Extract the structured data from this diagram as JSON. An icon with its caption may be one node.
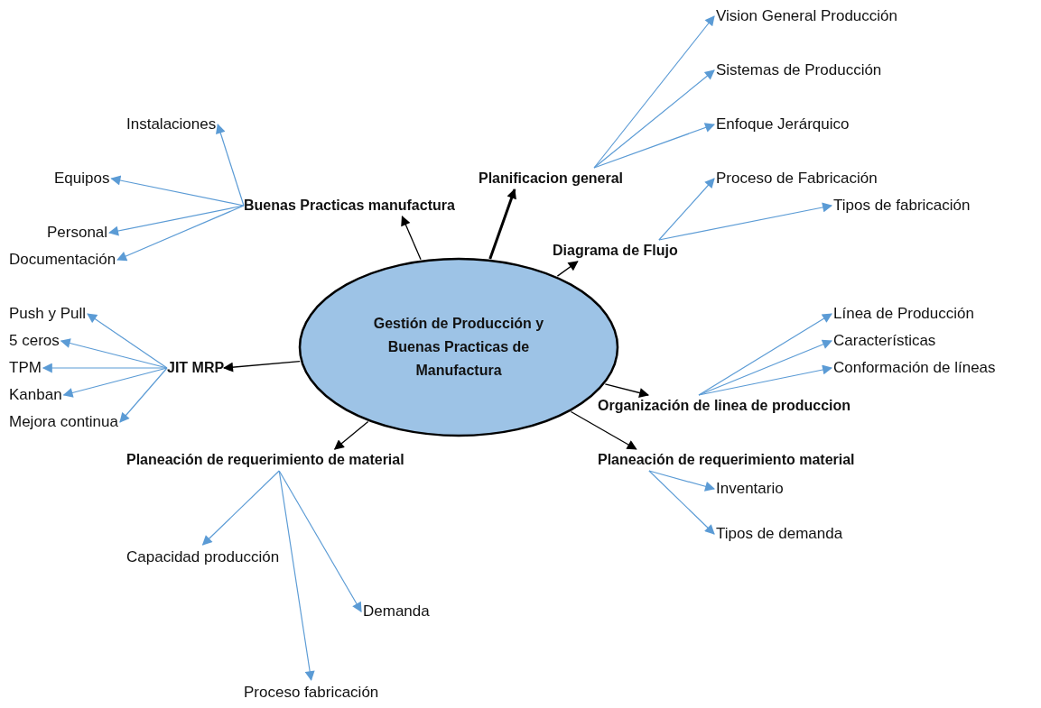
{
  "diagram": {
    "nodes": [
      {
        "text": [
          "Gestión de Producción y Buenas Practicas de Manufactura"
        ]
      },
      {
        "text": [
          "Planificacion general"
        ]
      },
      {
        "text": [
          "Vision General Producción"
        ]
      },
      {
        "text": [
          "Sistemas de Producción"
        ]
      },
      {
        "text": [
          "Enfoque Jerárquico"
        ]
      },
      {
        "text": [
          "Buenas Practicas manufactura"
        ]
      },
      {
        "text": [
          "Instalaciones"
        ]
      },
      {
        "text": [
          "Equipos"
        ]
      },
      {
        "text": [
          "Personal"
        ]
      },
      {
        "text": [
          "Documentación"
        ]
      },
      {
        "text": [
          "Diagrama de Flujo"
        ]
      },
      {
        "text": [
          "Proceso de Fabricación"
        ]
      },
      {
        "text": [
          "Tipos de fabricación"
        ]
      },
      {
        "text": [
          "JIT MRP"
        ]
      },
      {
        "text": [
          "Push y Pull"
        ]
      },
      {
        "text": [
          "5 ceros"
        ]
      },
      {
        "text": [
          "TPM"
        ]
      },
      {
        "text": [
          "Kanban"
        ]
      },
      {
        "text": [
          "Mejora continua"
        ]
      },
      {
        "text": [
          "Organización de linea de produccion"
        ]
      },
      {
        "text": [
          "Línea de Producción"
        ]
      },
      {
        "text": [
          "Características"
        ]
      },
      {
        "text": [
          "Conformación de líneas"
        ]
      },
      {
        "text": [
          "Planeación de requerimiento material"
        ]
      },
      {
        "text": [
          "Inventario"
        ]
      },
      {
        "text": [
          "Tipos de demanda"
        ]
      },
      {
        "text": [
          "Planeación de requerimiento de material"
        ]
      },
      {
        "text": [
          "Capacidad producción"
        ]
      },
      {
        "text": [
          "Demanda"
        ]
      },
      {
        "text": [
          "Proceso fabricación"
        ]
      }
    ],
    "edges": [
      {
        "from": 0,
        "to": 1,
        "arrow": "to",
        "style": "thick",
        "color": "#000000"
      },
      {
        "from": 1,
        "to": 2,
        "arrow": "to"
      },
      {
        "from": 1,
        "to": 3,
        "arrow": "to"
      },
      {
        "from": 1,
        "to": 4,
        "arrow": "to"
      },
      {
        "from": 0,
        "to": 5,
        "arrow": "to",
        "color": "#000000"
      },
      {
        "from": 5,
        "to": 6,
        "arrow": "to"
      },
      {
        "from": 5,
        "to": 7,
        "arrow": "to"
      },
      {
        "from": 5,
        "to": 8,
        "arrow": "to"
      },
      {
        "from": 5,
        "to": 9,
        "arrow": "to"
      },
      {
        "from": 0,
        "to": 10,
        "arrow": "to",
        "color": "#000000"
      },
      {
        "from": 10,
        "to": 11,
        "arrow": "to"
      },
      {
        "from": 10,
        "to": 12,
        "arrow": "to"
      },
      {
        "from": 0,
        "to": 13,
        "arrow": "to",
        "color": "#000000"
      },
      {
        "from": 13,
        "to": 14,
        "arrow": "to"
      },
      {
        "from": 13,
        "to": 15,
        "arrow": "to"
      },
      {
        "from": 13,
        "to": 16,
        "arrow": "to"
      },
      {
        "from": 13,
        "to": 17,
        "arrow": "to"
      },
      {
        "from": 13,
        "to": 18,
        "arrow": "to"
      },
      {
        "from": 0,
        "to": 19,
        "arrow": "to",
        "color": "#000000"
      },
      {
        "from": 19,
        "to": 20,
        "arrow": "to"
      },
      {
        "from": 19,
        "to": 21,
        "arrow": "to"
      },
      {
        "from": 19,
        "to": 22,
        "arrow": "to"
      },
      {
        "from": 0,
        "to": 23,
        "arrow": "to",
        "color": "#000000"
      },
      {
        "from": 23,
        "to": 24,
        "arrow": "to"
      },
      {
        "from": 23,
        "to": 25,
        "arrow": "to"
      },
      {
        "from": 0,
        "to": 26,
        "arrow": "to",
        "color": "#000000"
      },
      {
        "from": 26,
        "to": 27,
        "arrow": "to"
      },
      {
        "from": 26,
        "to": 28,
        "arrow": "to"
      },
      {
        "from": 26,
        "to": 29,
        "arrow": "to"
      }
    ]
  }
}
